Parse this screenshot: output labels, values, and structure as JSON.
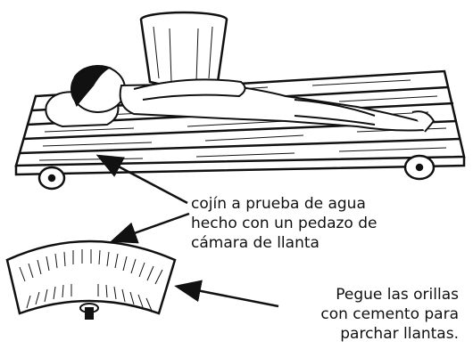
{
  "labels": {
    "cushion": [
      "cojín a prueba de agua",
      "hecho con un pedazo de",
      "cámara de llanta"
    ],
    "glue": [
      "Pegue las orillas",
      "con cemento para",
      "parchar llantas."
    ]
  },
  "colors": {
    "ink": "#111111",
    "paper": "#ffffff"
  },
  "icons": [
    "bucket-icon",
    "wheel-icon",
    "valve-icon",
    "arrow-icon"
  ]
}
